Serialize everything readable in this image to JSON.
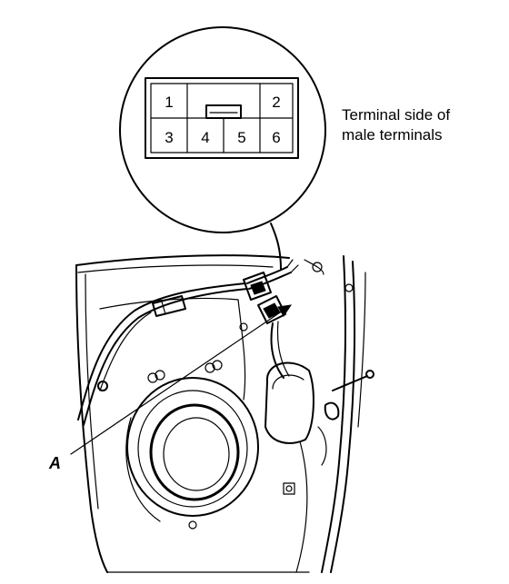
{
  "connector": {
    "pins": [
      "1",
      "2",
      "3",
      "4",
      "5",
      "6"
    ]
  },
  "caption": {
    "line1": "Terminal side of",
    "line2": "male terminals"
  },
  "callout": {
    "label": "A"
  }
}
